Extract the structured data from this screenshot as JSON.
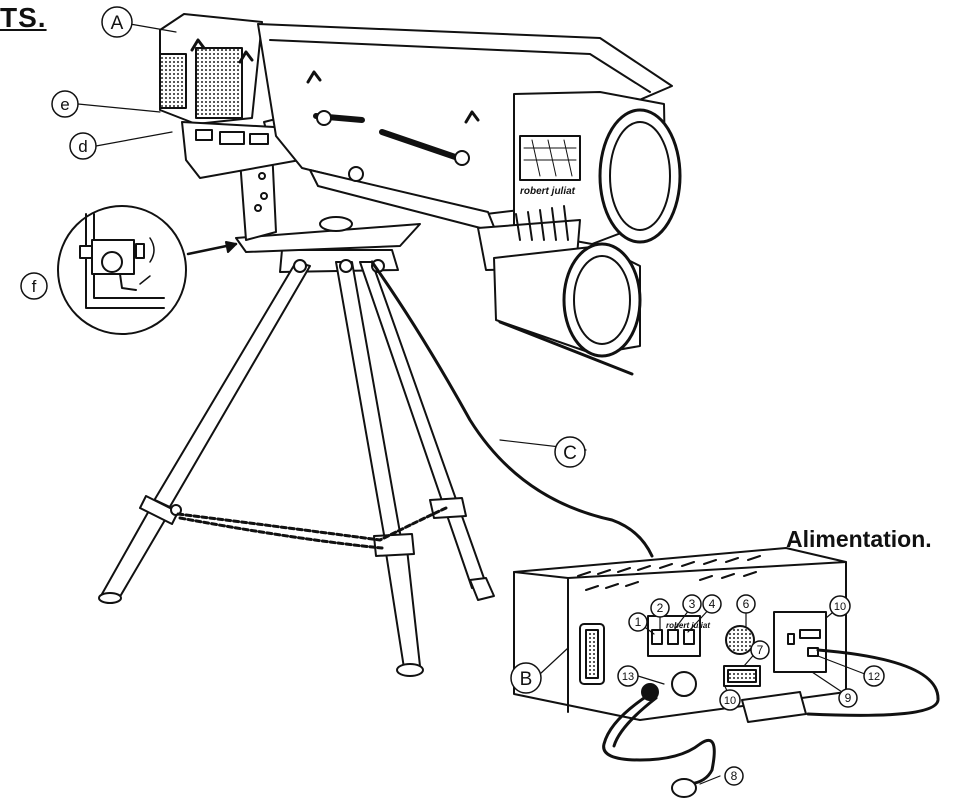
{
  "title_fragment": "TS.",
  "section_label": "Alimentation.",
  "brand_text": "robert juliat",
  "panel_brand_text": "robert juliat",
  "callouts": {
    "A": "A",
    "B": "B",
    "C": "C",
    "d": "d",
    "e": "e",
    "f": "f",
    "n1": "1",
    "n2": "2",
    "n3": "3",
    "n4": "4",
    "n6": "6",
    "n7": "7",
    "n8": "8",
    "n9": "9",
    "n10a": "10",
    "n10b": "10",
    "n12": "12",
    "n13": "13"
  }
}
